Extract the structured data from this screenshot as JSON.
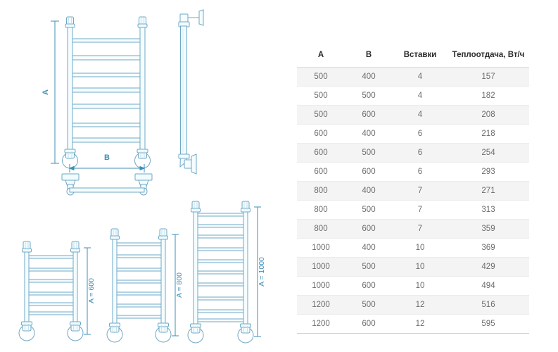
{
  "drawing": {
    "main_view": {
      "height_label": "A",
      "width_label": "B",
      "rungs": 7
    },
    "side_view": {
      "name": "side-profile-view"
    },
    "variants": [
      {
        "label": "A = 600",
        "rungs": 6,
        "name": "variant-600"
      },
      {
        "label": "A = 800",
        "rungs": 7,
        "name": "variant-800"
      },
      {
        "label": "A = 1000",
        "rungs": 10,
        "name": "variant-1000"
      }
    ],
    "line_color": "#6fa8c6",
    "fill_color": "#f2fbfd",
    "dim_color": "#3f8fb5"
  },
  "table": {
    "headers": [
      "A",
      "B",
      "Вставки",
      "Теплоотдача, Вт/ч"
    ],
    "rows": [
      [
        "500",
        "400",
        "4",
        "157"
      ],
      [
        "500",
        "500",
        "4",
        "182"
      ],
      [
        "500",
        "600",
        "4",
        "208"
      ],
      [
        "600",
        "400",
        "6",
        "218"
      ],
      [
        "600",
        "500",
        "6",
        "254"
      ],
      [
        "600",
        "600",
        "6",
        "293"
      ],
      [
        "800",
        "400",
        "7",
        "271"
      ],
      [
        "800",
        "500",
        "7",
        "313"
      ],
      [
        "800",
        "600",
        "7",
        "359"
      ],
      [
        "1000",
        "400",
        "10",
        "369"
      ],
      [
        "1000",
        "500",
        "10",
        "429"
      ],
      [
        "1000",
        "600",
        "10",
        "494"
      ],
      [
        "1200",
        "500",
        "12",
        "516"
      ],
      [
        "1200",
        "600",
        "12",
        "595"
      ]
    ]
  }
}
